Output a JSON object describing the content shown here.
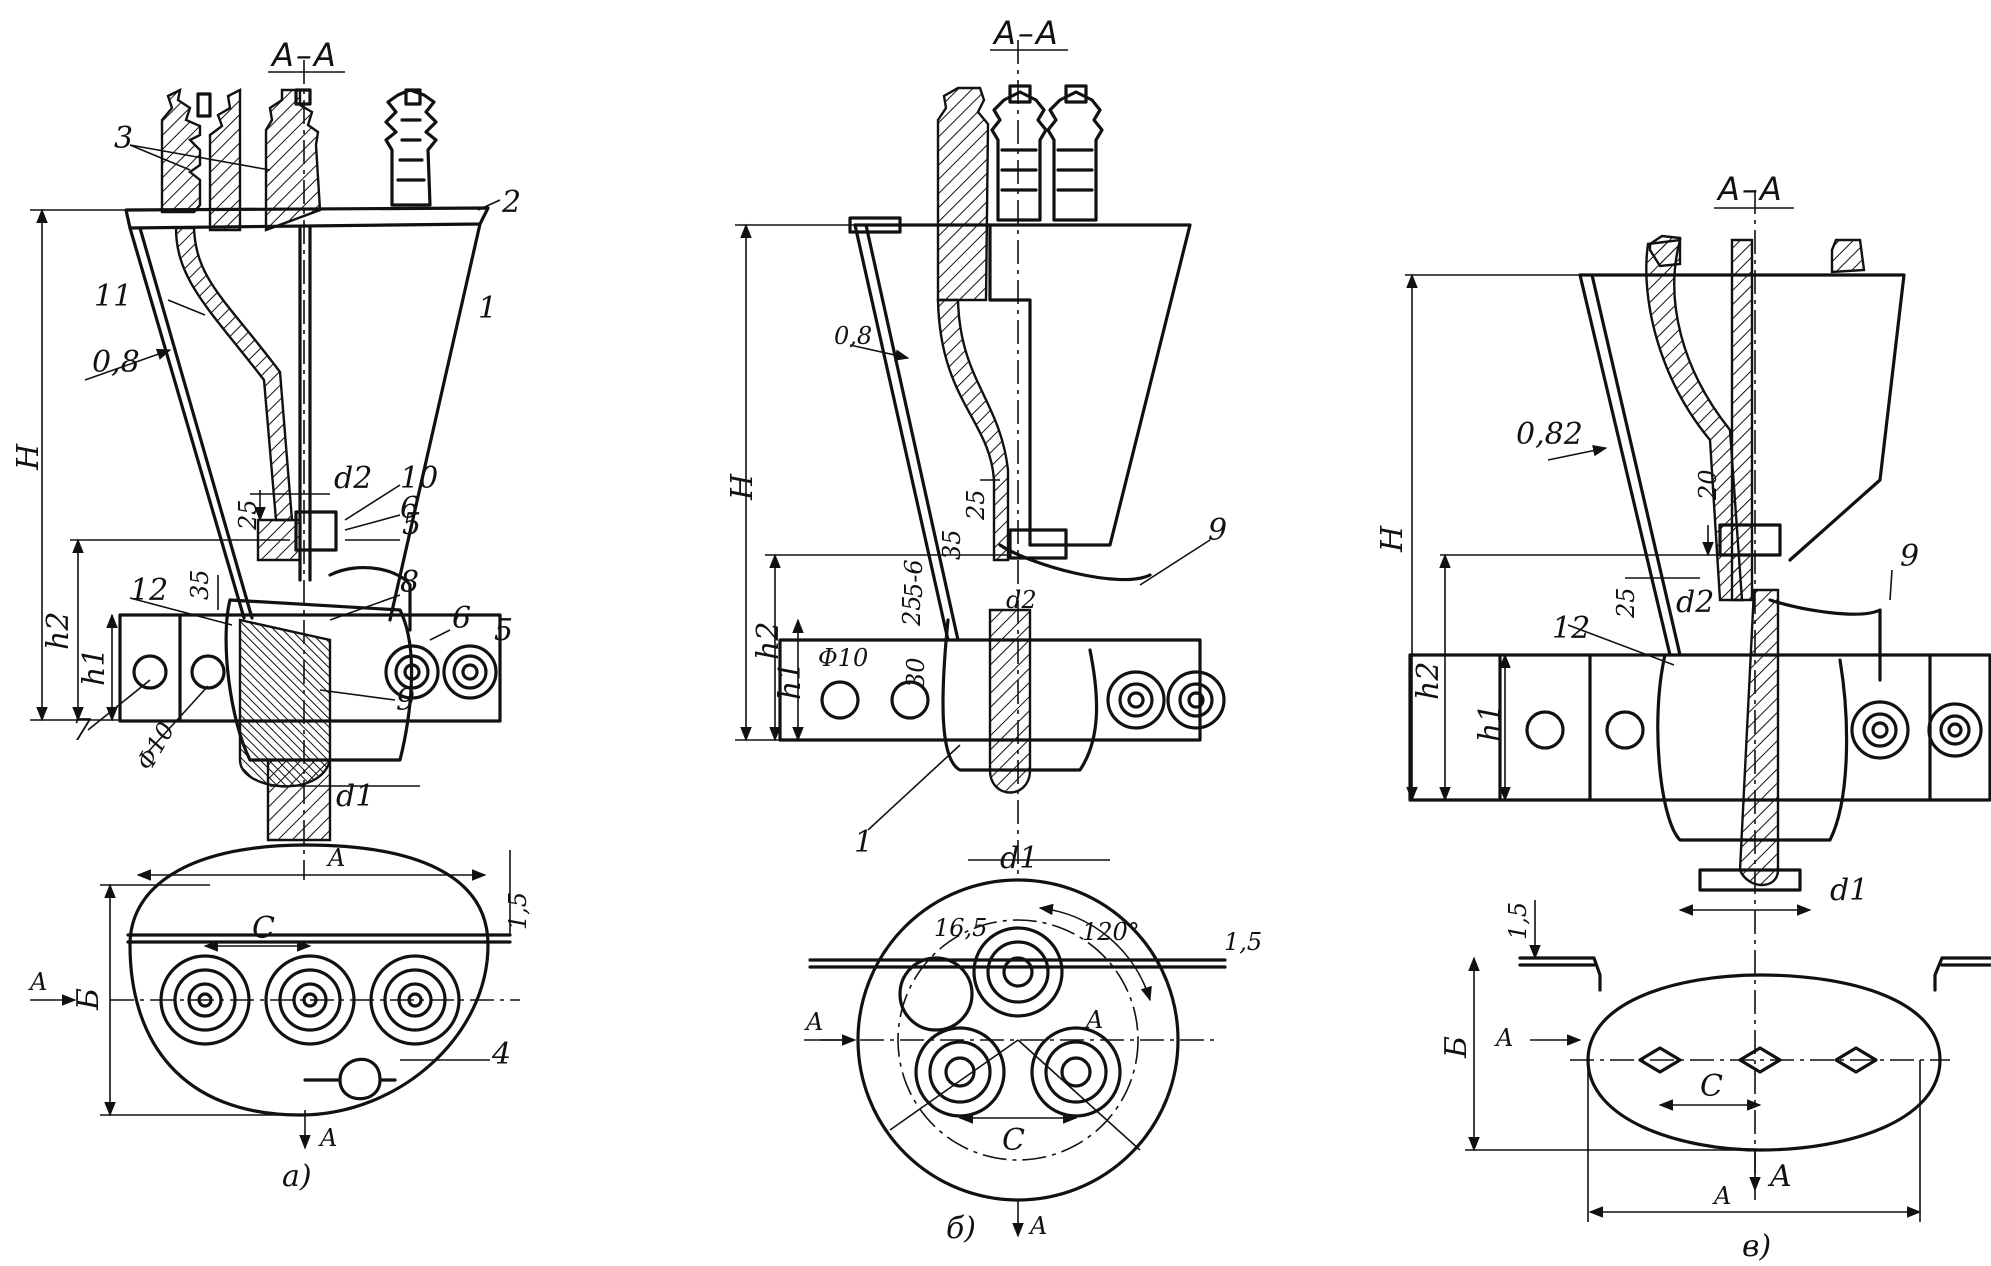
{
  "panels": [
    {
      "caption": "а)",
      "section": "A–A",
      "labels": {
        "p1": "1",
        "p2": "2",
        "p3": "3",
        "p4": "4",
        "p5a": "5",
        "p5b": "5",
        "p6a": "6",
        "p6b": "6",
        "p7": "7",
        "p8": "8",
        "p9": "9",
        "p10": "10",
        "p11": "11",
        "p12": "12"
      },
      "dims": {
        "thickness": "0,8",
        "H": "H",
        "h1": "h1",
        "h2": "h2",
        "d1": "d1",
        "d2": "d2",
        "d25": "25",
        "d35": "35",
        "phi": "Φ10",
        "A": "A",
        "B": "Б",
        "C": "C",
        "d15": "1,5",
        "arrowA1": "A",
        "arrowA2": "A"
      }
    },
    {
      "caption": "б)",
      "section": "A–A",
      "labels": {
        "p1": "1",
        "p9": "9"
      },
      "dims": {
        "thickness": "0,8",
        "H": "H",
        "h1": "h1",
        "h2": "h2",
        "d1": "d1",
        "d2": "d2",
        "d25a": "25",
        "d25b": "25",
        "d35": "35",
        "d56": "5-6",
        "d30": "30",
        "phi": "Φ10",
        "r": "16,5",
        "angle": "120°",
        "A": "A",
        "C": "C",
        "d15": "1,5",
        "arrowA1": "A",
        "arrowA2": "A"
      }
    },
    {
      "caption": "в)",
      "section": "A–A",
      "labels": {
        "p9": "9",
        "p12": "12"
      },
      "dims": {
        "thickness": "0,82",
        "H": "H",
        "h1": "h1",
        "h2": "h2",
        "d1": "d1",
        "d2": "d2",
        "d20": "20",
        "d25": "25",
        "A": "A",
        "B": "Б",
        "C": "C",
        "d15": "1,5",
        "arrowA1": "A",
        "arrowA2": "A"
      }
    }
  ]
}
